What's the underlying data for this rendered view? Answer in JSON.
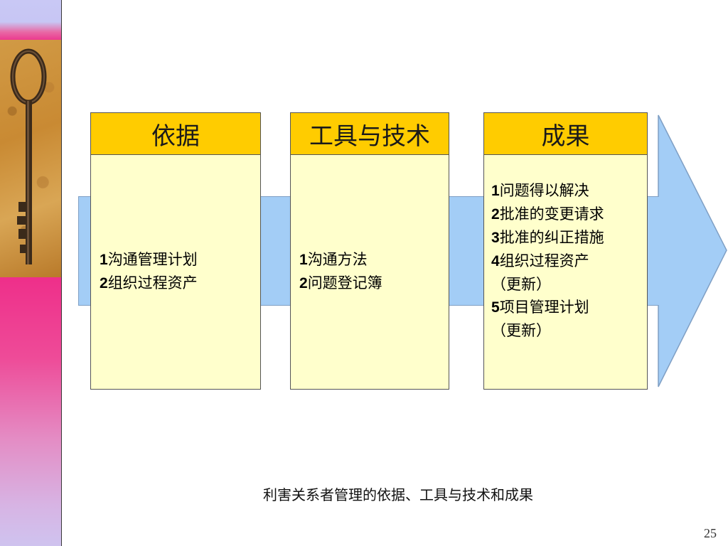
{
  "diagram": {
    "columns": [
      {
        "id": "inputs",
        "header": "依据",
        "items": [
          {
            "num": "1",
            "text": "沟通管理计划"
          },
          {
            "num": "2",
            "text": "组织过程资产"
          }
        ]
      },
      {
        "id": "tools",
        "header": "工具与技术",
        "items": [
          {
            "num": "1",
            "text": "沟通方法"
          },
          {
            "num": "2",
            "text": "问题登记簿"
          }
        ]
      },
      {
        "id": "outputs",
        "header": "成果",
        "items": [
          {
            "num": "1",
            "text": "问题得以解决"
          },
          {
            "num": "2",
            "text": "批准的变更请求"
          },
          {
            "num": "3",
            "text": "批准的纠正措施"
          },
          {
            "num": "4",
            "text": "组织过程资产",
            "cont": "（更新）"
          },
          {
            "num": "5",
            "text": "项目管理计划",
            "cont": "（更新）"
          }
        ]
      }
    ],
    "caption": "利害关系者管理的依据、工具与技术和成果"
  },
  "page_number": "25",
  "colors": {
    "header_fill": "#ffcc00",
    "body_fill": "#ffffcc",
    "arrow_fill": "#a3cdf6"
  }
}
